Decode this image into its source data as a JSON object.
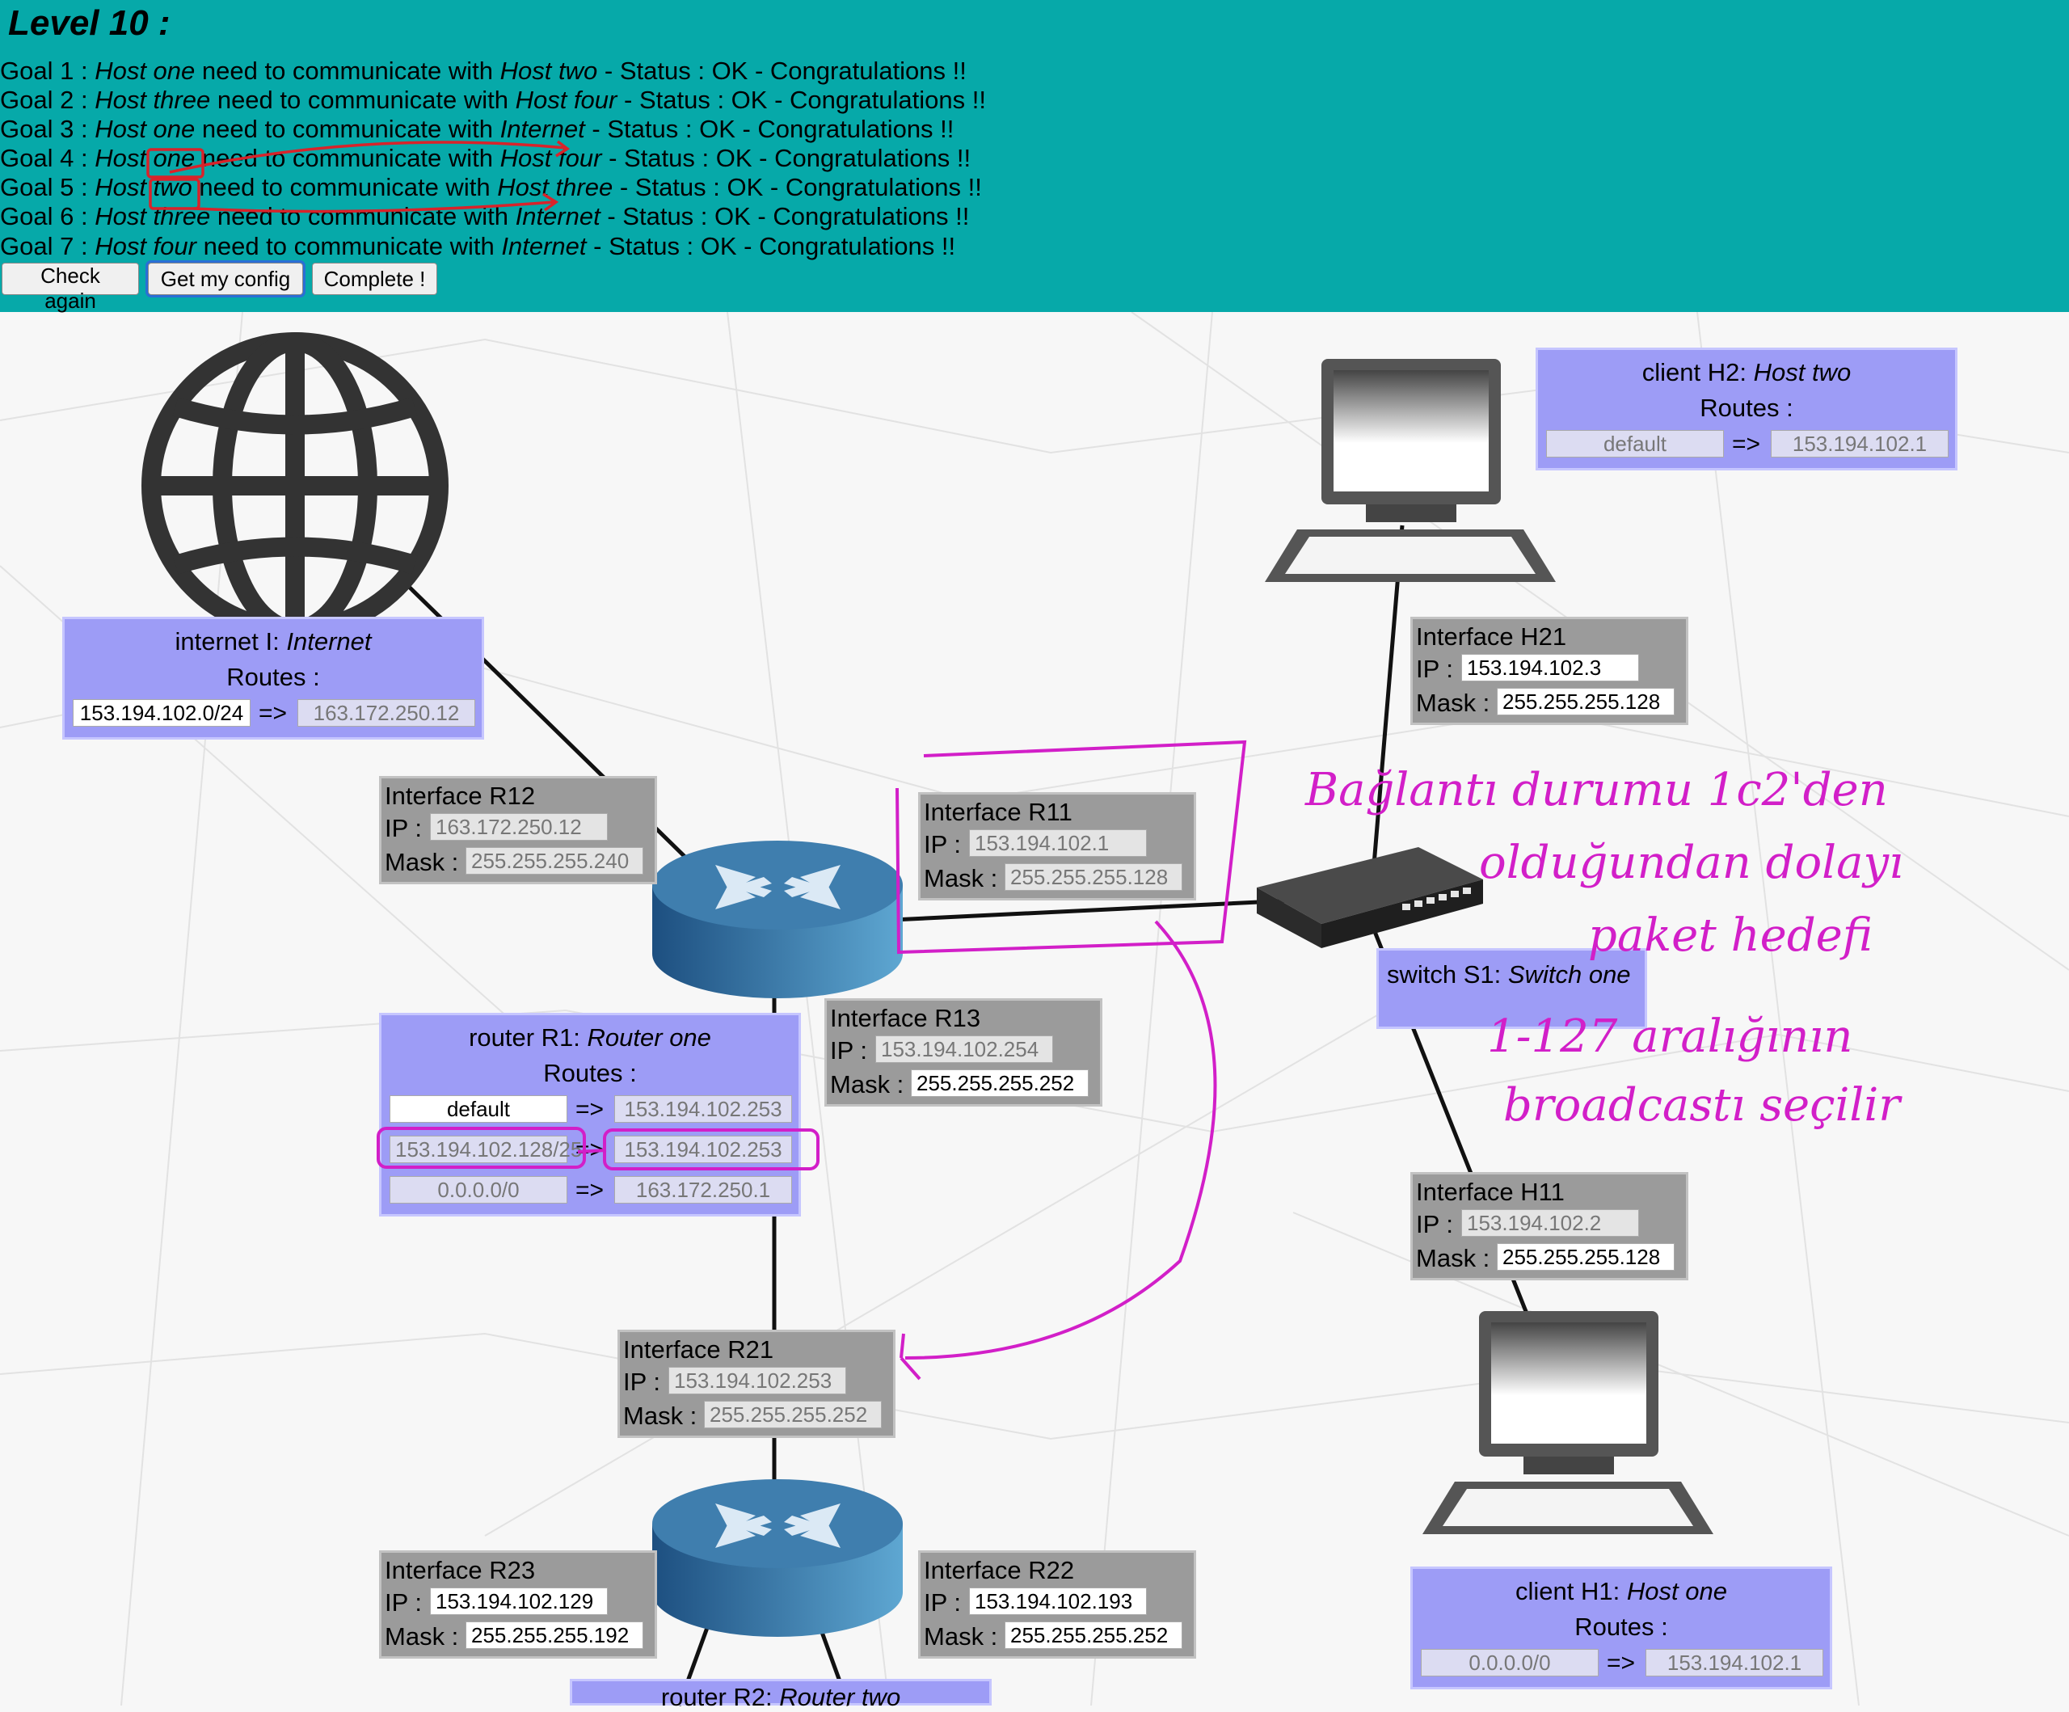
{
  "header": {
    "level_title": "Level 10 :",
    "status_text": "Status : OK - Congratulations !!",
    "goals": [
      {
        "label": "Goal 1 :",
        "a": "Host one",
        "b": "Host two"
      },
      {
        "label": "Goal 2 :",
        "a": "Host three",
        "b": "Host four"
      },
      {
        "label": "Goal 3 :",
        "a": "Host one",
        "b": "Internet"
      },
      {
        "label": "Goal 4 :",
        "a": "Host one",
        "b": "Host four"
      },
      {
        "label": "Goal 5 :",
        "a": "Host two",
        "b": "Host three"
      },
      {
        "label": "Goal 6 :",
        "a": "Host three",
        "b": "Internet"
      },
      {
        "label": "Goal 7 :",
        "a": "Host four",
        "b": "Internet"
      }
    ],
    "connector": "need to communicate with",
    "dash": "-",
    "buttons": {
      "check": "Check again",
      "config": "Get my config",
      "complete": "Complete !"
    }
  },
  "labels": {
    "ip": "IP :",
    "mask": "Mask :",
    "routes": "Routes :",
    "arrow": "=>"
  },
  "nodes": {
    "internet": {
      "kind": "internet I:",
      "name": "Internet",
      "routes": [
        {
          "dest": "153.194.102.0/24",
          "gw": "163.172.250.12"
        }
      ]
    },
    "h2": {
      "kind": "client H2:",
      "name": "Host two",
      "routes": [
        {
          "dest": "default",
          "gw": "153.194.102.1"
        }
      ]
    },
    "r1": {
      "kind": "router R1:",
      "name": "Router one",
      "routes": [
        {
          "dest": "default",
          "gw": "153.194.102.253"
        },
        {
          "dest": "153.194.102.128/25",
          "gw": "153.194.102.253"
        },
        {
          "dest": "0.0.0.0/0",
          "gw": "163.172.250.1"
        }
      ]
    },
    "s1": {
      "kind": "switch S1:",
      "name": "Switch one"
    },
    "h1": {
      "kind": "client H1:",
      "name": "Host one",
      "routes": [
        {
          "dest": "0.0.0.0/0",
          "gw": "153.194.102.1"
        }
      ]
    },
    "r2": {
      "kind": "router R2:",
      "name": "Router two"
    }
  },
  "interfaces": {
    "h21": {
      "title": "Interface H21",
      "ip": "153.194.102.3",
      "mask": "255.255.255.128"
    },
    "r12": {
      "title": "Interface R12",
      "ip": "163.172.250.12",
      "mask": "255.255.255.240"
    },
    "r11": {
      "title": "Interface R11",
      "ip": "153.194.102.1",
      "mask": "255.255.255.128"
    },
    "r13": {
      "title": "Interface R13",
      "ip": "153.194.102.254",
      "mask": "255.255.255.252"
    },
    "h11": {
      "title": "Interface H11",
      "ip": "153.194.102.2",
      "mask": "255.255.255.128"
    },
    "r21": {
      "title": "Interface R21",
      "ip": "153.194.102.253",
      "mask": "255.255.255.252"
    },
    "r23": {
      "title": "Interface R23",
      "ip": "153.194.102.129",
      "mask": "255.255.255.192"
    },
    "r22": {
      "title": "Interface R22",
      "ip": "153.194.102.193",
      "mask": "255.255.255.252"
    }
  },
  "handwriting": [
    "Bağlantı durumu 1c2'den",
    "olduğundan dolayı",
    "paket hedefi",
    "1-127 aralığının",
    "broadcastı seçilir"
  ],
  "colors": {
    "header_bg": "#06a9a9",
    "node_box": "#9d9cf6",
    "iface_box": "#9b9b9b",
    "annotation_magenta": "#d21fc8",
    "annotation_red": "#d8232a",
    "router_blue": "#3a7fb0"
  }
}
